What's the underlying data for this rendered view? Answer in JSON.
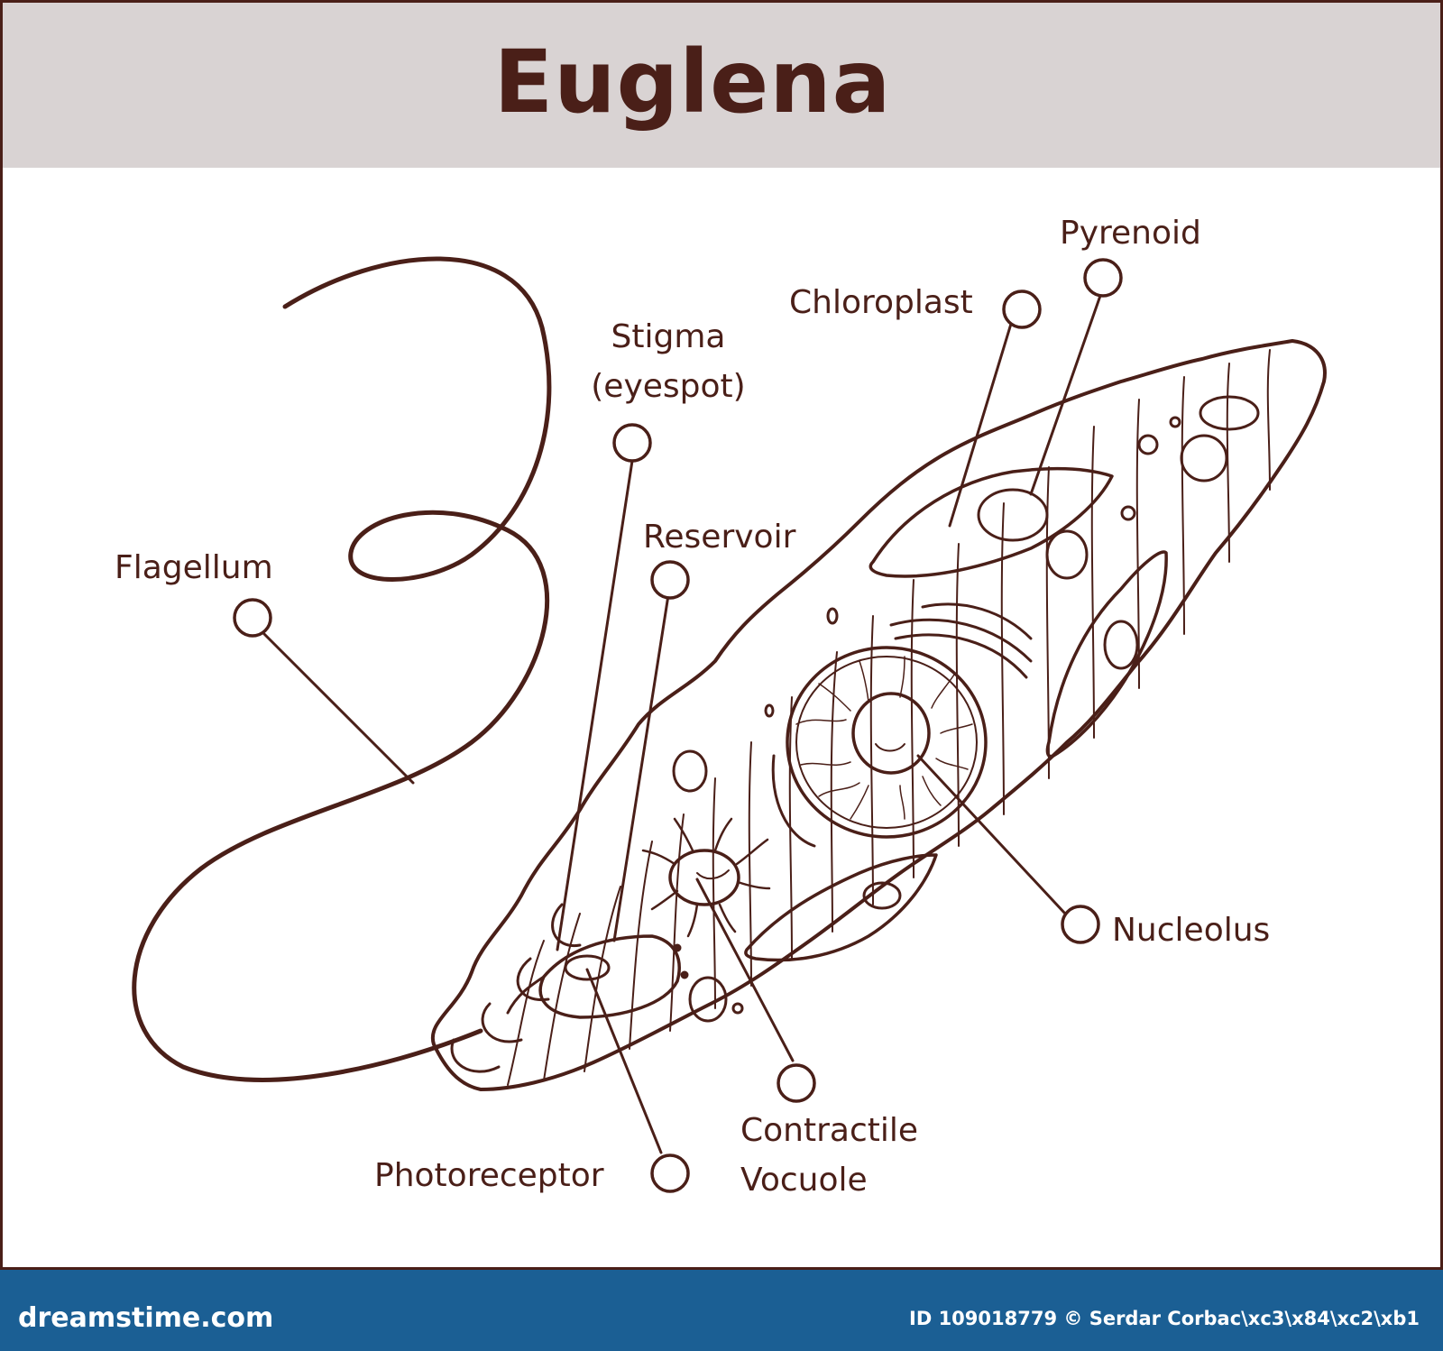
{
  "title": "Euglena",
  "colors": {
    "ink": "#4a1f18",
    "title_bar": "#d9d3d3",
    "footer": "#1b5f94"
  },
  "labels": {
    "pyrenoid": "Pyrenoid",
    "chloroplast": "Chloroplast",
    "stigma_line1": "Stigma",
    "stigma_line2": "(eyespot)",
    "reservoir": "Reservoir",
    "flagellum": "Flagellum",
    "nucleolus": "Nucleolus",
    "contractile_line1": "Contractile",
    "contractile_line2": "Vocuole",
    "photoreceptor": "Photoreceptor"
  },
  "footer": {
    "site": "dreamstime.com",
    "credit": "ID 109018779 © Serdar Corbac\\xc3\\x84\\xc2\\xb1"
  }
}
